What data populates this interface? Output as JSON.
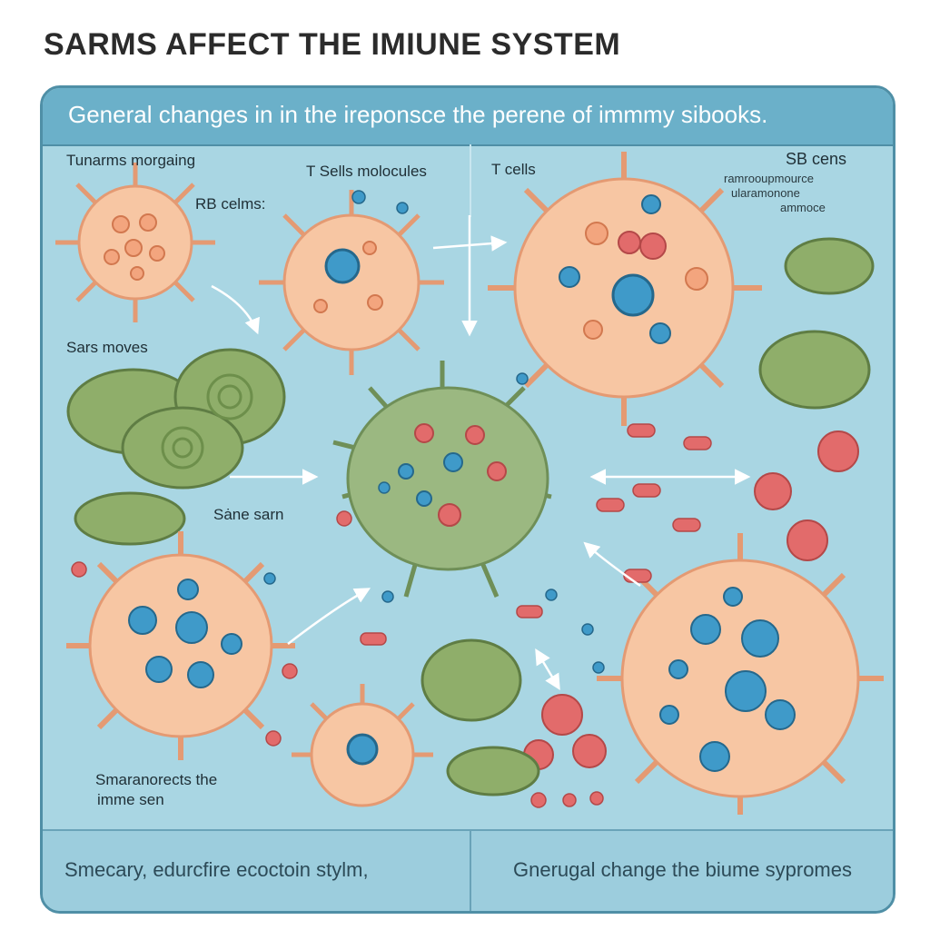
{
  "title": "SARMS AFFECT THE IMIUNE SYSTEM",
  "banner": "General changes in in the ireponsce the perene of immmy sibooks.",
  "labels": {
    "tunarms": "Tunarms morgaing",
    "rb_cells": "RB celms:",
    "t_sells": "T Sells molocules",
    "t_cells": "T cells",
    "sb_cells": "SB cens",
    "sb_note_1": "ramrooupmource",
    "sb_note_2": "ularamonone",
    "sb_note_3": "ammoce",
    "sars_moves": "Sars moves",
    "same_sarn": "Sȧne sarn",
    "smaranorects_1": "Smaranorects the",
    "smaranorects_2": "imme sen"
  },
  "footer": {
    "left": "Smecary,  edurcfire ecoctoin stylm,",
    "right": "Gnerugal change the biume sypromes"
  },
  "colors": {
    "background": "#a9d6e3",
    "banner": "#6bb0c9",
    "cell_body": "#f7c6a3",
    "cell_outline": "#e49a73",
    "nucleus_blue": "#3f9ac9",
    "nucleus_red": "#e26b6b",
    "green_mass": "#8fae6a"
  }
}
